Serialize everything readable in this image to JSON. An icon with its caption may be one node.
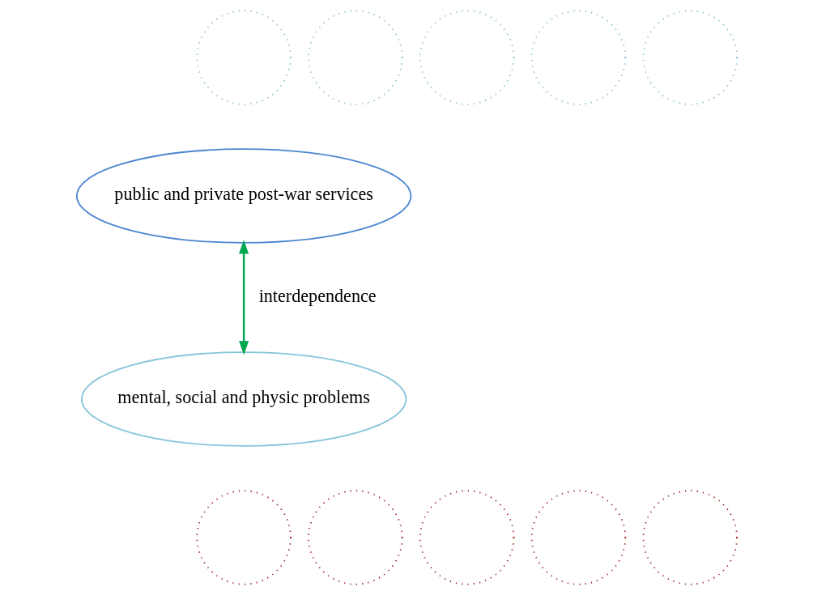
{
  "diagram": {
    "nodes": [
      {
        "text": [
          "public and private post-war services"
        ]
      },
      {
        "text": [
          "mental, social and physic problems"
        ]
      },
      {
        "text": [],
        "shape": "circle"
      },
      {
        "text": [],
        "shape": "circle"
      },
      {
        "text": [],
        "shape": "circle"
      },
      {
        "text": [],
        "shape": "circle"
      },
      {
        "text": [],
        "shape": "circle"
      },
      {
        "text": [],
        "shape": "circle"
      },
      {
        "text": [],
        "shape": "circle"
      },
      {
        "text": [],
        "shape": "circle"
      },
      {
        "text": [],
        "shape": "circle"
      },
      {
        "text": [],
        "shape": "circle"
      }
    ],
    "edges": [
      {
        "from": 0,
        "to": 1,
        "label": "interdependence",
        "arrow": "both"
      }
    ]
  }
}
